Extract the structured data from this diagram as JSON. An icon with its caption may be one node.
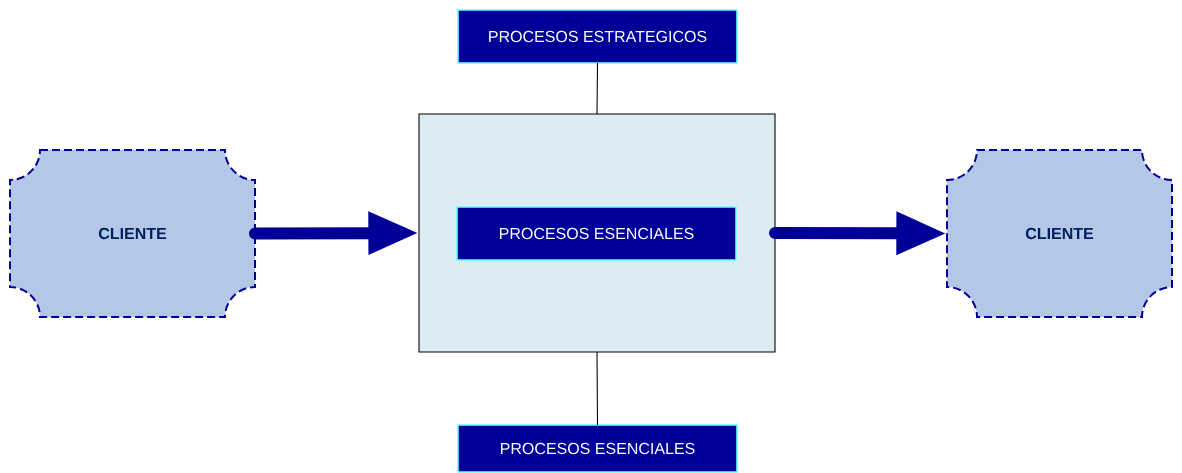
{
  "diagram": {
    "nodes": [
      {
        "text": [
          "PROCESOS ESTRATEGICOS"
        ]
      },
      {
        "text": [
          "CLIENTE"
        ]
      },
      {
        "text": [],
        "shape": "box"
      },
      {
        "text": [
          "PROCESOS ESENCIALES"
        ],
        "in": 2
      },
      {
        "text": [
          "CLIENTE"
        ]
      },
      {
        "text": [
          "PROCESOS ESENCIALES"
        ]
      }
    ],
    "edges": [
      {
        "from": 0,
        "to": 2,
        "arrow": "none"
      },
      {
        "from": 1,
        "to": 2,
        "arrow": "to",
        "style": "thick",
        "color": "#000099"
      },
      {
        "from": 2,
        "to": 4,
        "arrow": "to",
        "style": "thick",
        "color": "#000099"
      },
      {
        "from": 2,
        "to": 5,
        "arrow": "none"
      }
    ]
  }
}
